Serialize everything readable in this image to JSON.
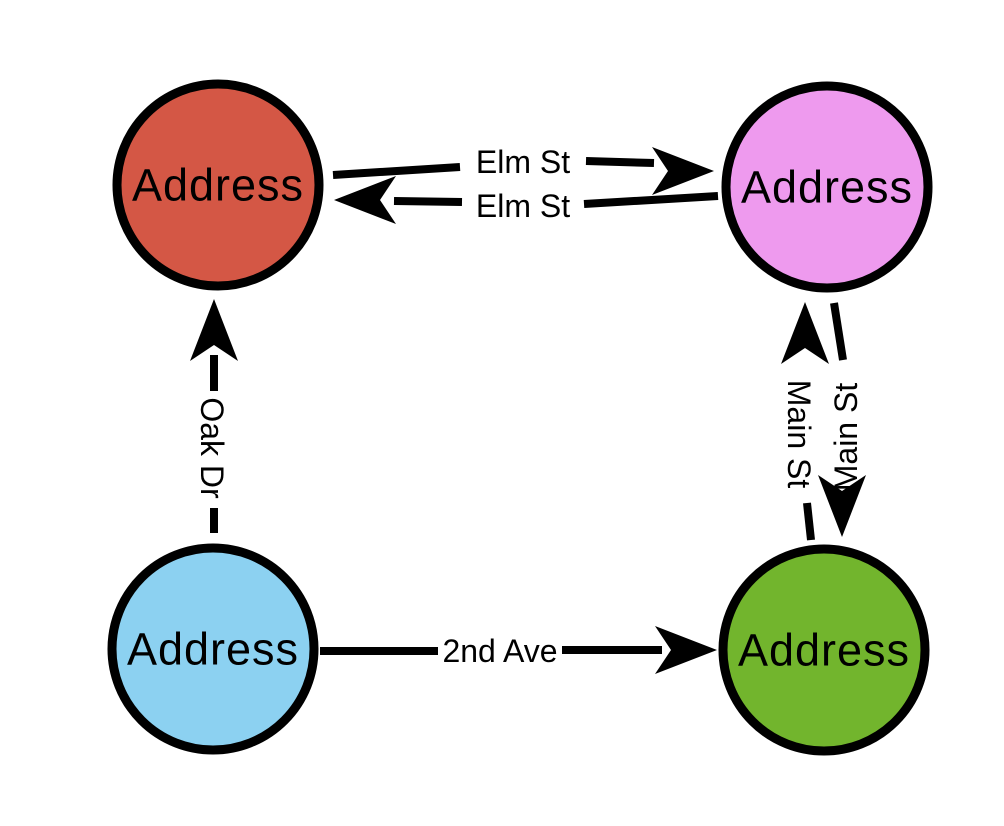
{
  "diagram": {
    "background_color": "#ffffff",
    "node_border_color": "#000000",
    "edge_color": "#000000",
    "nodes": [
      {
        "id": "top-left",
        "label": "Address",
        "color": "#d45745"
      },
      {
        "id": "top-right",
        "label": "Address",
        "color": "#ee9aee"
      },
      {
        "id": "bottom-left",
        "label": "Address",
        "color": "#8cd1f1"
      },
      {
        "id": "bottom-right",
        "label": "Address",
        "color": "#72b52d"
      }
    ],
    "edges": [
      {
        "label": "Elm St",
        "from": "top-left",
        "to": "top-right",
        "direction": "right"
      },
      {
        "label": "Elm St",
        "from": "top-right",
        "to": "top-left",
        "direction": "left"
      },
      {
        "label": "Oak Dr",
        "from": "bottom-left",
        "to": "top-left",
        "direction": "up"
      },
      {
        "label": "Main St",
        "from": "bottom-right",
        "to": "top-right",
        "direction": "up"
      },
      {
        "label": "Main St",
        "from": "top-right",
        "to": "bottom-right",
        "direction": "down"
      },
      {
        "label": "2nd Ave",
        "from": "bottom-left",
        "to": "bottom-right",
        "direction": "right"
      }
    ]
  }
}
